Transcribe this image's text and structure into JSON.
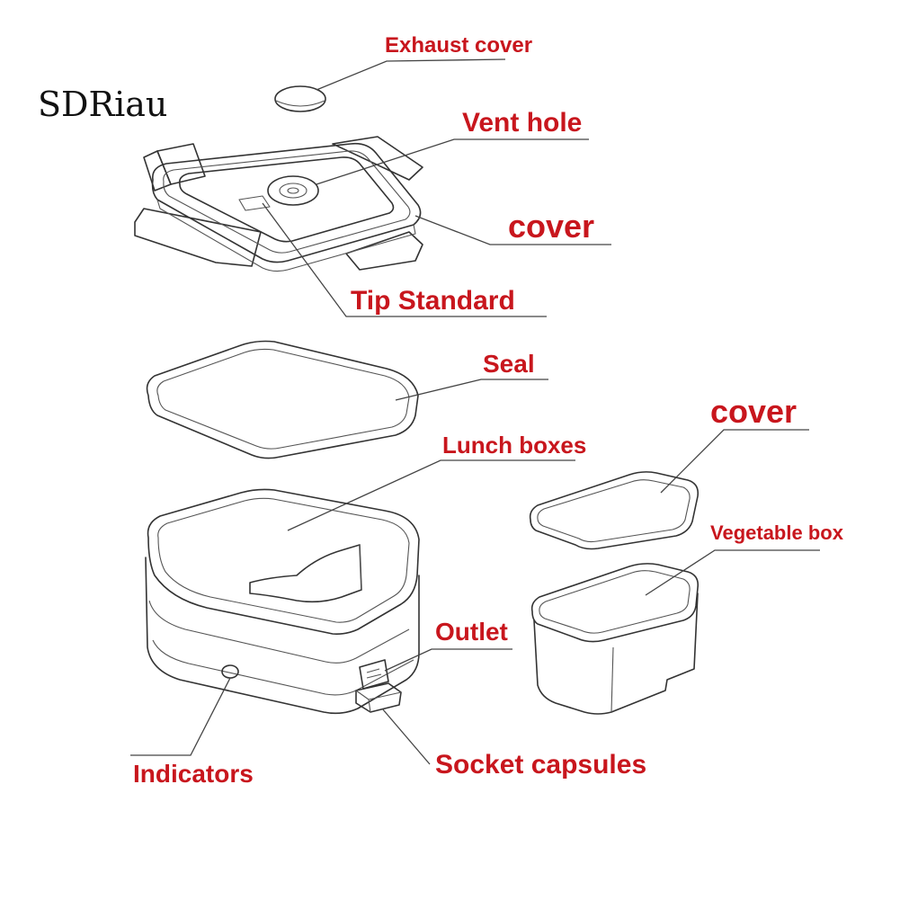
{
  "brand": "SDRiau",
  "labels": {
    "exhaust_cover": "Exhaust cover",
    "vent_hole": "Vent hole",
    "cover_top": "cover",
    "tip_standard": "Tip Standard",
    "seal": "Seal",
    "lunch_boxes": "Lunch boxes",
    "cover_small": "cover",
    "vegetable_box": "Vegetable box",
    "outlet": "Outlet",
    "indicators": "Indicators",
    "socket_capsules": "Socket capsules"
  },
  "colors": {
    "label": "#c8161d",
    "line": "#333333",
    "brand": "#111111"
  }
}
